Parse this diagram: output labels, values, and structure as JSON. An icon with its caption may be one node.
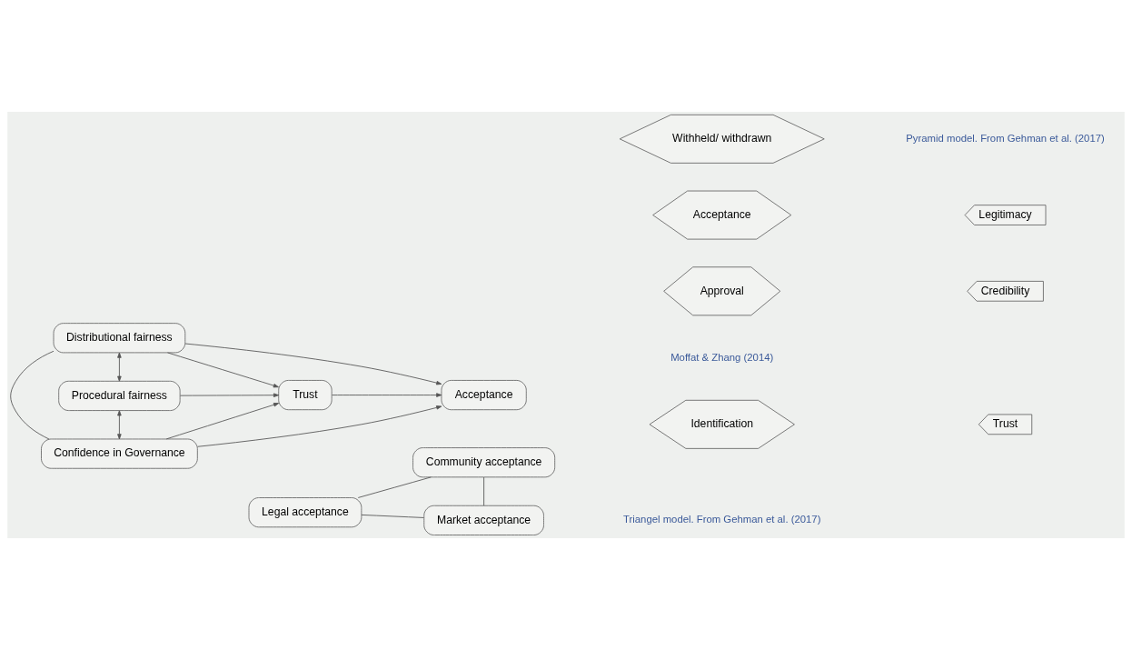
{
  "diagram": {
    "nodes": [
      {
        "text": [
          "Distributional fairness"
        ]
      },
      {
        "text": [
          "Procedural fairness"
        ]
      },
      {
        "text": [
          "Trust"
        ]
      },
      {
        "text": [
          "Acceptance"
        ]
      },
      {
        "text": [
          "Confidence in Governance"
        ]
      },
      {
        "text": [
          "Legal acceptance"
        ]
      },
      {
        "text": [
          "Community acceptance"
        ]
      },
      {
        "text": [
          "Market acceptance"
        ]
      },
      {
        "text": [
          "Identification"
        ]
      },
      {
        "text": [
          "Approval"
        ]
      },
      {
        "text": [
          "Acceptance"
        ]
      },
      {
        "text": [
          "Withheld/ withdrawn"
        ]
      },
      {
        "text": [
          "Trust"
        ]
      },
      {
        "text": [
          "Credibility"
        ]
      },
      {
        "text": [
          "Legitimacy"
        ]
      }
    ],
    "edges": [
      {
        "from": 0,
        "to": 1,
        "arrow": "both"
      },
      {
        "from": 1,
        "to": 4,
        "arrow": "both"
      },
      {
        "from": 0,
        "to": 4,
        "arrow": "none"
      },
      {
        "from": 0,
        "to": 2,
        "arrow": "to"
      },
      {
        "from": 0,
        "to": 3,
        "arrow": "to"
      },
      {
        "from": 1,
        "to": 2,
        "arrow": "to"
      },
      {
        "from": 2,
        "to": 3,
        "arrow": "to"
      },
      {
        "from": 4,
        "to": 2,
        "arrow": "to"
      },
      {
        "from": 4,
        "to": 3,
        "arrow": "to"
      },
      {
        "from": 5,
        "to": 6,
        "arrow": "none"
      },
      {
        "from": 5,
        "to": 7,
        "arrow": "none"
      },
      {
        "from": 6,
        "to": 7,
        "arrow": "none"
      }
    ],
    "labels": [
      "Moffat & Zhang (2014)",
      "Pyramid model. From Gehman et al. (2017)",
      "Triangel model. From Gehman et al. (2017)"
    ]
  }
}
